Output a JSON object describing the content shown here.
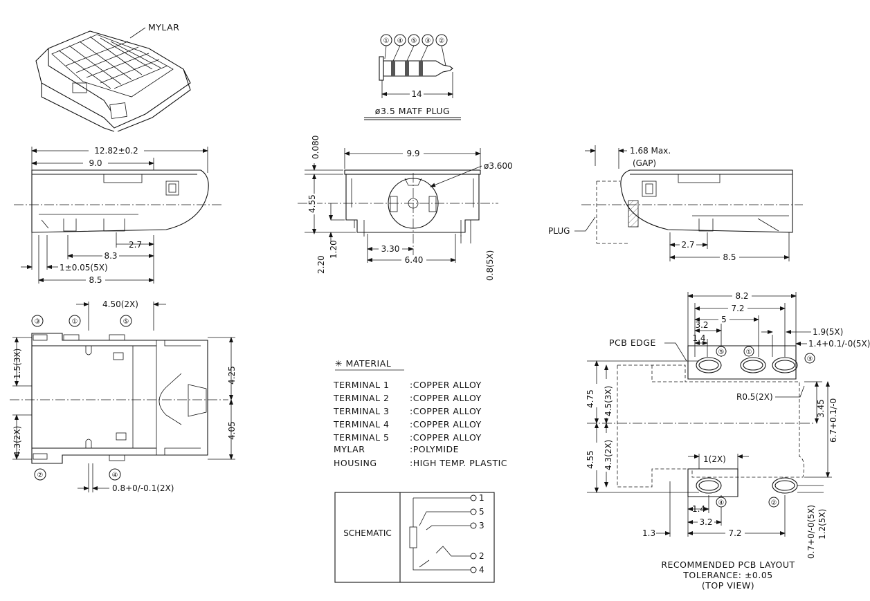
{
  "iso": {
    "mylar_label": "MYLAR"
  },
  "plug": {
    "pins": [
      "①",
      "④",
      "⑤",
      "③",
      "②"
    ],
    "length": "14",
    "title": "ø3.5 MATF PLUG"
  },
  "side_view": {
    "overall": "12.82±0.2",
    "top": "9.0",
    "d27": "2.7",
    "d83": "8.3",
    "pitch": "1±0.05(5X)",
    "d85": "8.5"
  },
  "front_view": {
    "width": "9.9",
    "dia": "ø3.600",
    "h080": "0.080",
    "h455": "4.55",
    "h220": "2.20",
    "h120": "1.20",
    "d330": "3.30",
    "d640": "6.40",
    "d08": "0.8(5X)"
  },
  "rear_view": {
    "gap": "1.68 Max.",
    "gap_label": "(GAP)",
    "plug_label": "PLUG",
    "d27": "2.7",
    "d85": "8.5"
  },
  "top_view": {
    "d450": "4.50(2X)",
    "d15": "1.5(3X)",
    "d43": "4.3(2X)",
    "d425": "4.25",
    "d405": "4.05",
    "d08": "0.8+0/-0.1(2X)",
    "pins": [
      "③",
      "①",
      "⑤",
      "②",
      "④"
    ]
  },
  "material": {
    "title": "✳ MATERIAL",
    "rows": [
      {
        "name": "TERMINAL 1",
        "value": ":COPPER ALLOY"
      },
      {
        "name": "TERMINAL 2",
        "value": ":COPPER ALLOY"
      },
      {
        "name": "TERMINAL 3",
        "value": ":COPPER ALLOY"
      },
      {
        "name": "TERMINAL 4",
        "value": ":COPPER ALLOY"
      },
      {
        "name": "TERMINAL 5",
        "value": ":COPPER ALLOY"
      },
      {
        "name": "MYLAR",
        "value": ":POLYMIDE"
      },
      {
        "name": "HOUSING",
        "value": ":HIGH TEMP. PLASTIC"
      }
    ]
  },
  "schematic": {
    "label": "SCHEMATIC",
    "pins": [
      "1",
      "5",
      "3",
      "2",
      "4"
    ]
  },
  "pcb": {
    "d82": "8.2",
    "d72": "7.2",
    "d5": "5",
    "d32": "3.2",
    "d14": "1.4",
    "d19": "1.9(5X)",
    "d14b": "1.4+0.1/-0(5X)",
    "pcb_edge": "PCB EDGE",
    "r05": "R0.5(2X)",
    "d475": "4.75",
    "d45": "4.5(3X)",
    "d345": "3.45",
    "d67": "6.7+0.1/-0",
    "d455": "4.55",
    "d43": "4.3(2X)",
    "d1": "1(2X)",
    "d14c": "1.4",
    "d32b": "3.2",
    "d13": "1.3",
    "d72b": "7.2",
    "d07": "0.7+0/-0(5X)",
    "d12": "1.2(5X)",
    "pins": [
      "⑤",
      "①",
      "③",
      "④",
      "②"
    ],
    "caption1": "RECOMMENDED PCB LAYOUT",
    "caption2": "TOLERANCE: ±0.05",
    "caption3": "(TOP VIEW)"
  }
}
